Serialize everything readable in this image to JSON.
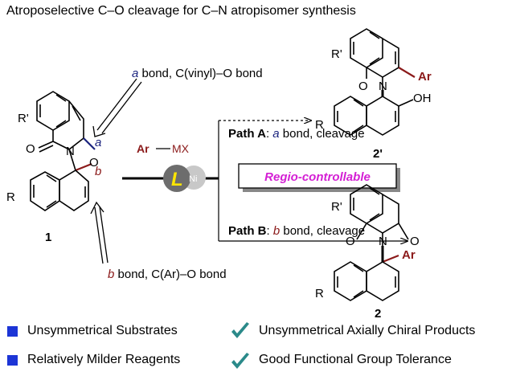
{
  "title": "Atroposelective C–O cleavage for C–N atropisomer synthesis",
  "labels": {
    "a_prefix": "a",
    "a_suffix": " bond, C(vinyl)–O bond",
    "b_prefix": "b",
    "b_suffix": " bond, C(Ar)–O bond",
    "path_a_bold": "Path A",
    "path_a_colon": ": ",
    "path_a_a": "a",
    "path_a_rest": " bond, cleavage",
    "path_b_bold": "Path B",
    "path_b_colon": ": ",
    "path_b_b": "b",
    "path_b_rest": " bond, cleavage",
    "regio": "Regio-controllable",
    "catalyst_ar": "Ar",
    "catalyst_mx": "MX",
    "ligand": "L",
    "nickel": "Ni"
  },
  "compounds": {
    "c1": {
      "label": "1",
      "R_prime": "R'",
      "R": "R",
      "O_ring": "O",
      "O_carbonyl": "O",
      "N": "N",
      "bond_a": "a",
      "bond_b": "b"
    },
    "c2p": {
      "label": "2'",
      "R_prime": "R'",
      "R": "R",
      "O_carbonyl": "O",
      "N": "N",
      "Ar": "Ar",
      "OH": "OH"
    },
    "c2": {
      "label": "2",
      "R_prime": "R'",
      "R": "R",
      "O_left": "O",
      "O_right": "O",
      "N": "N",
      "Ar": "Ar"
    }
  },
  "bullets": [
    {
      "text": "Unsymmetrical Substrates",
      "marker": "square"
    },
    {
      "text": "Relatively Milder Reagents",
      "marker": "square"
    },
    {
      "text": "Unsymmetrical Axially Chiral Products",
      "marker": "check"
    },
    {
      "text": "Good Functional Group Tolerance",
      "marker": "check"
    }
  ],
  "colors": {
    "navy": "#1a237e",
    "maroon": "#8b1a1a",
    "magenta": "#d41fd4",
    "bullet_blue": "#1c35d6",
    "check_teal": "#2b8a8a",
    "ligand_yellow": "#ffe600",
    "ligand_gray": "#6d6d6d",
    "nickel_gray": "#c8c8c8"
  }
}
